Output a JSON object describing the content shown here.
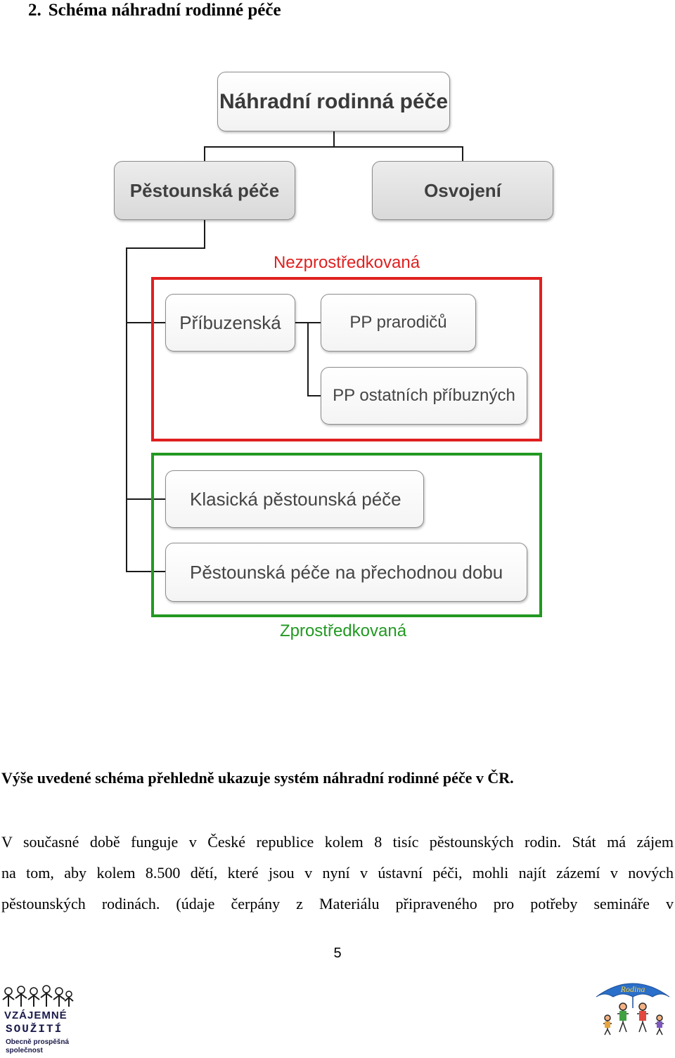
{
  "heading": {
    "number": "2.",
    "title": "Schéma náhradní rodinné péče"
  },
  "diagram": {
    "root": "Náhradní rodinná péče",
    "branch_left": "Pěstounská péče",
    "branch_right": "Osvojení",
    "group_red_label": "Nezprostředkovaná",
    "group_green_label": "Zprostředkovaná",
    "relatives": "Příbuzenská",
    "grandparents": "PP prarodičů",
    "other_relatives": "PP ostatních příbuzných",
    "classic": "Klasická pěstounská péče",
    "temporary": "Pěstounská péče na přechodnou dobu",
    "colors": {
      "red": "#e02020",
      "green": "#229922"
    }
  },
  "text": {
    "summary": "Výše uvedené schéma přehledně ukazuje systém náhradní rodinné péče v ČR.",
    "lines": [
      "V současné době funguje v České republice kolem 8 tisíc pěstounských rodin. Stát má zájem",
      "na tom, aby kolem 8.500 dětí, které jsou v nyní v ústavní péči, mohli najít zázemí v nových",
      "pěstounských rodinách. (údaje čerpány z Materiálu připraveného pro potřeby semináře v"
    ]
  },
  "page_number": "5",
  "logos": {
    "left_line1": "VZÁJEMNÉ",
    "left_line2": "SOUŽITÍ",
    "left_line3": "Obecně prospěšná společnost",
    "right_text": "Rodina"
  }
}
